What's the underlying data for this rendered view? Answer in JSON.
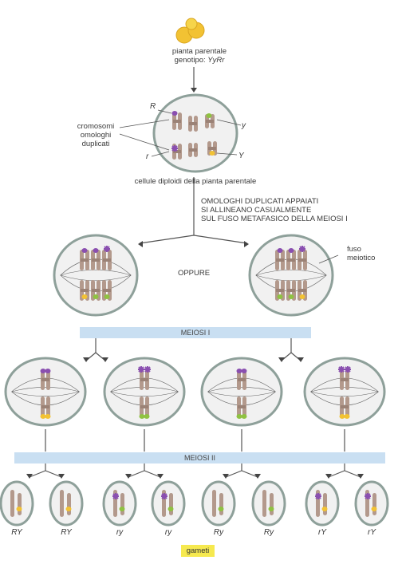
{
  "parent": {
    "title_line1": "pianta parentale",
    "title_line2_prefix": "genotipo: ",
    "genotype": "YyRr"
  },
  "labels": {
    "R": "R",
    "r": "r",
    "y": "y",
    "Y": "Y",
    "homologs_line1": "cromosomi",
    "homologs_line2": "omologhi",
    "homologs_line3": "duplicati",
    "diploid_caption": "cellule diploidi della pianta parentale",
    "step_line1": "OMOLOGHI DUPLICATI APPAIATI",
    "step_line2": "SI ALLINEANO CASUALMENTE",
    "step_line3": "SUL FUSO METAFASICO DELLA MEIOSI I",
    "spindle_line1": "fuso",
    "spindle_line2": "meiotico",
    "oppure": "OPPURE",
    "meiosis1": "MEIOSI I",
    "meiosis2": "MEIOSI II",
    "gametes": "gameti"
  },
  "gamete_labels": [
    "RY",
    "RY",
    "ry",
    "ry",
    "Ry",
    "Ry",
    "rY",
    "rY"
  ],
  "colors": {
    "chromosome": "#b3998c",
    "purple": "#8a4fb0",
    "green": "#8fc241",
    "yellow": "#f2c233",
    "cell_fill": "#f1f1f1",
    "cell_stroke": "#8ea09a",
    "band": "#c9dff2",
    "gametes_box": "#f6e94f"
  }
}
